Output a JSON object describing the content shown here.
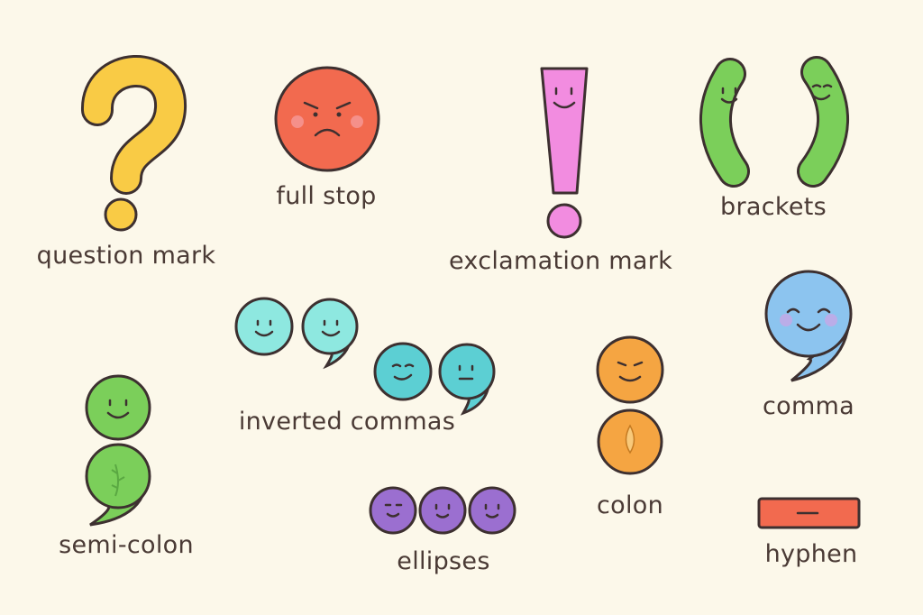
{
  "labels": {
    "question_mark": "question mark",
    "full_stop": "full stop",
    "exclamation_mark": "exclamation mark",
    "brackets": "brackets",
    "inverted_commas": "inverted commas",
    "comma": "comma",
    "semi_colon": "semi-colon",
    "colon": "colon",
    "ellipses": "ellipses",
    "hyphen": "hyphen"
  },
  "colors": {
    "background": "#fcf8ea",
    "question_mark": "#f9cb45",
    "full_stop": "#f26a4f",
    "exclamation_mark": "#f28ce0",
    "brackets": "#7bcf5a",
    "inverted_commas_1": "#8ee8e0",
    "inverted_commas_2": "#5ccfd3",
    "semi_colon": "#7bcf5a",
    "ellipses": "#9b6fd0",
    "colon": "#f5a542",
    "comma": "#8cc4ef",
    "hyphen": "#f26a4f"
  }
}
